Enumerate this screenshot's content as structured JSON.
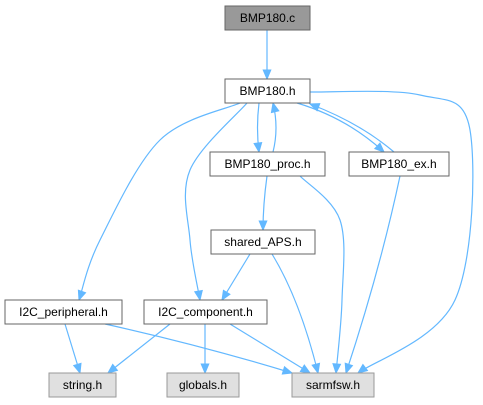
{
  "diagram": {
    "colors": {
      "edge": "#63b8ff",
      "root_fill": "#999999",
      "root_border": "#666666",
      "normal_fill": "#ffffff",
      "normal_border": "#666666",
      "external_fill": "#e0e0e0",
      "external_border": "#999999"
    },
    "nodes": [
      {
        "id": "bmp180_c",
        "label": "BMP180.c",
        "style": "root"
      },
      {
        "id": "bmp180_h",
        "label": "BMP180.h",
        "style": "normal"
      },
      {
        "id": "bmp180_proc_h",
        "label": "BMP180_proc.h",
        "style": "normal"
      },
      {
        "id": "bmp180_ex_h",
        "label": "BMP180_ex.h",
        "style": "normal"
      },
      {
        "id": "shared_aps_h",
        "label": "shared_APS.h",
        "style": "normal"
      },
      {
        "id": "i2c_peripheral_h",
        "label": "I2C_peripheral.h",
        "style": "normal"
      },
      {
        "id": "i2c_component_h",
        "label": "I2C_component.h",
        "style": "normal"
      },
      {
        "id": "string_h",
        "label": "string.h",
        "style": "external"
      },
      {
        "id": "globals_h",
        "label": "globals.h",
        "style": "external"
      },
      {
        "id": "sarmfsw_h",
        "label": "sarmfsw.h",
        "style": "external"
      }
    ],
    "edges": [
      {
        "from": "bmp180_c",
        "to": "bmp180_h"
      },
      {
        "from": "bmp180_h",
        "to": "bmp180_proc_h"
      },
      {
        "from": "bmp180_h",
        "to": "bmp180_ex_h"
      },
      {
        "from": "bmp180_h",
        "to": "i2c_peripheral_h"
      },
      {
        "from": "bmp180_h",
        "to": "i2c_component_h"
      },
      {
        "from": "bmp180_h",
        "to": "sarmfsw_h"
      },
      {
        "from": "bmp180_proc_h",
        "to": "bmp180_h"
      },
      {
        "from": "bmp180_proc_h",
        "to": "shared_aps_h"
      },
      {
        "from": "bmp180_proc_h",
        "to": "sarmfsw_h"
      },
      {
        "from": "bmp180_ex_h",
        "to": "bmp180_h"
      },
      {
        "from": "bmp180_ex_h",
        "to": "sarmfsw_h"
      },
      {
        "from": "shared_aps_h",
        "to": "i2c_component_h"
      },
      {
        "from": "shared_aps_h",
        "to": "sarmfsw_h"
      },
      {
        "from": "i2c_peripheral_h",
        "to": "string_h"
      },
      {
        "from": "i2c_peripheral_h",
        "to": "sarmfsw_h"
      },
      {
        "from": "i2c_component_h",
        "to": "string_h"
      },
      {
        "from": "i2c_component_h",
        "to": "globals_h"
      },
      {
        "from": "i2c_component_h",
        "to": "sarmfsw_h"
      }
    ]
  }
}
